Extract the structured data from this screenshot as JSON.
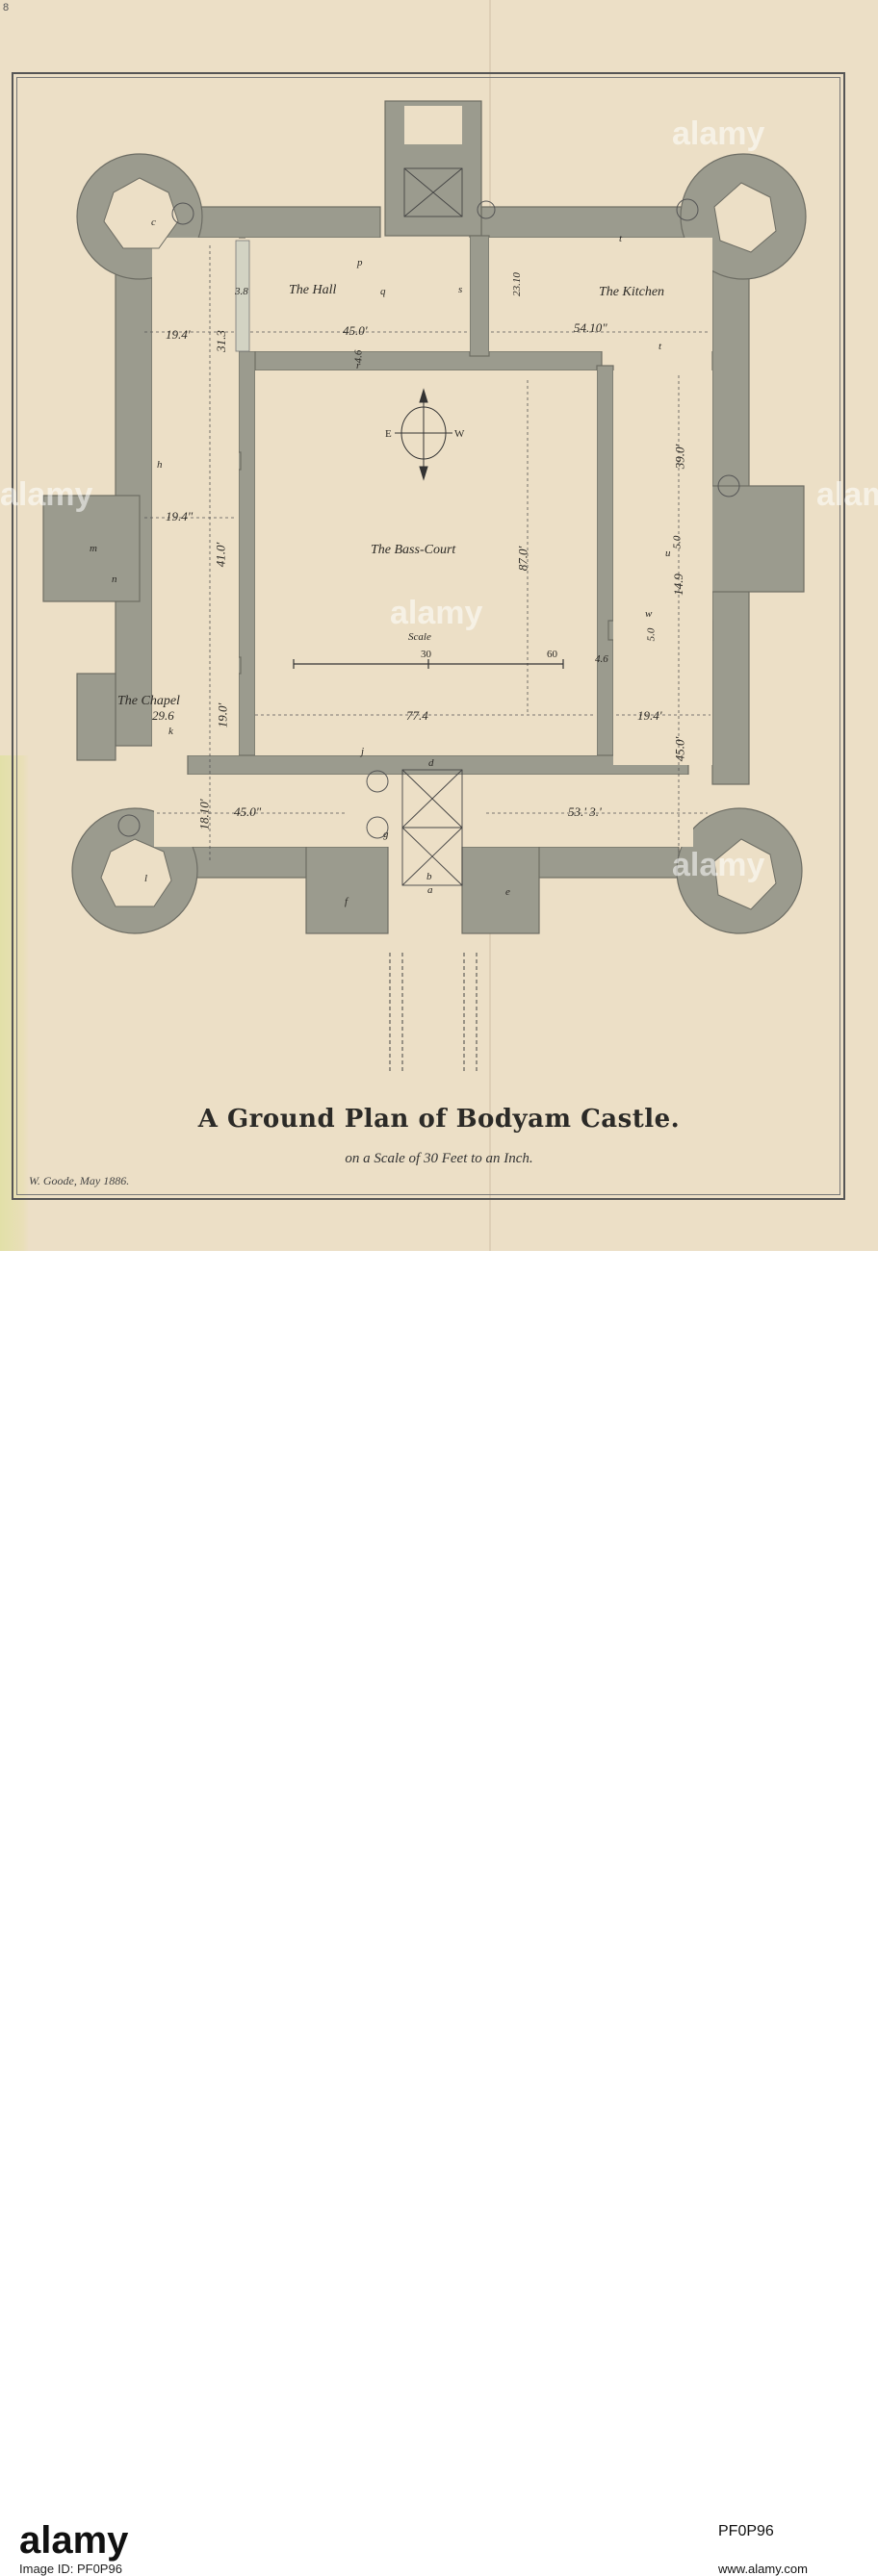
{
  "map": {
    "title": "A Ground Plan of Bodyam Castle.",
    "subtitle": "on a Scale of 30 Feet to an Inch.",
    "signature": "W. Goode, May 1886.",
    "sheet_mark": "8",
    "compass": {
      "east": "E",
      "west": "W"
    },
    "scale_bar": {
      "label": "Scale",
      "ticks": [
        "30",
        "60"
      ]
    },
    "rooms": {
      "hall": "The Hall",
      "kitchen": "The Kitchen",
      "bass_court": "The Bass-Court",
      "chapel": "The Chapel",
      "chapel_dim": "29.6"
    },
    "letters": {
      "c": "c",
      "p": "p",
      "q": "q",
      "s": "s",
      "t1": "t",
      "t2": "t",
      "m": "m",
      "n": "n",
      "k": "k",
      "l": "l",
      "u": "u",
      "w": "w",
      "j": "j",
      "d": "d",
      "g": "g",
      "b": "b",
      "a": "a",
      "f": "f",
      "e": "e",
      "r": "r",
      "h": "h"
    },
    "dimensions": {
      "d_194_top": "19.4'",
      "d_450_hall": "45.0'",
      "d_5410": "54.10\"",
      "d_313": "31.3",
      "d_38": "3.8",
      "d_2310": "23.10",
      "d_46_hall": "4.6",
      "d_390": "39.0'",
      "d_194_mid": "19.4\"",
      "d_410": "41.0'",
      "d_870": "87.0'",
      "d_50a": "5.0",
      "d_149": "14.9",
      "d_50b": "5.0",
      "d_46_right": "4.6",
      "d_190": "19.0'",
      "d_774": "77.4",
      "d_194_right": "19.4'",
      "d_450_right": "45.0'",
      "d_1810": "18.10'",
      "d_450_bottom": "45.0\"",
      "d_533": "53.' 3.'"
    }
  },
  "watermark": {
    "text": "alamy"
  },
  "footer": {
    "logo": "alamy",
    "image_id_label": "Image ID: PF0P96",
    "code": "PF0P96",
    "url": "www.alamy.com"
  }
}
